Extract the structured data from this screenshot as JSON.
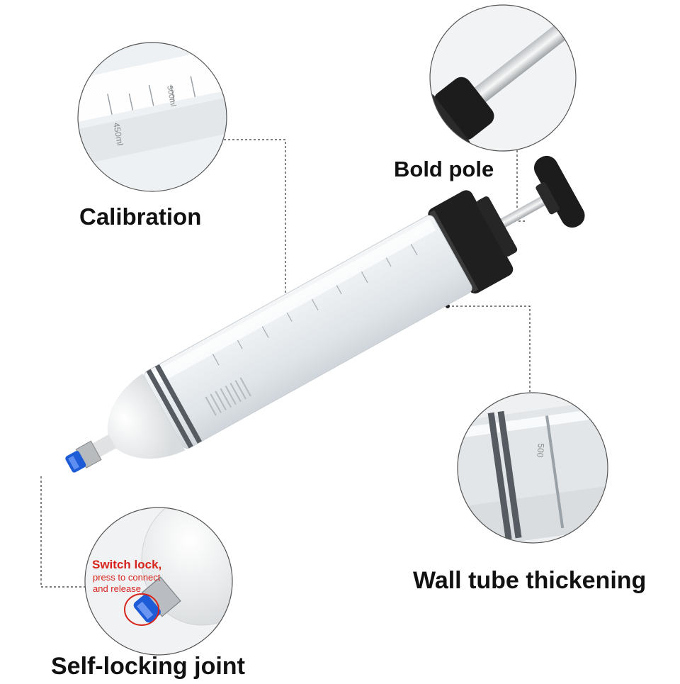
{
  "callouts": {
    "calibration": "Calibration",
    "bold_pole": "Bold pole",
    "wall_tube": "Wall tube thickening",
    "self_locking": "Self-locking joint"
  },
  "joint_inset": {
    "title": "Switch lock,",
    "line1": "press to connect",
    "line2": "and release"
  },
  "calibration_inset": {
    "mark_top": "500ml",
    "mark_lower": "450ml"
  },
  "wall_inset": {
    "mark": "500"
  },
  "colors": {
    "background": "#ffffff",
    "label_text": "#111111",
    "lock_text": "#d8231d",
    "connector_blue": "#1e5bd6",
    "band_gray": "#555b60",
    "plunger_black": "#1c1c1c"
  }
}
